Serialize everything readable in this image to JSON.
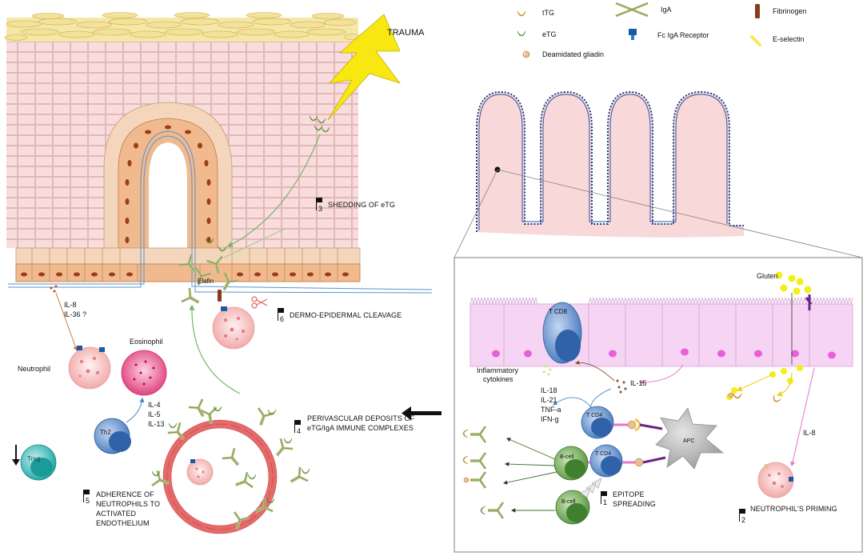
{
  "legend": {
    "ttg": "tTG",
    "etg": "eTG",
    "deamidated_gliadin": "Deamidated gliadin",
    "iga": "IgA",
    "fc_iga_receptor": "Fc IgA Receptor",
    "fibrinogen": "Fibrinogen",
    "e_selectin": "E-selectin"
  },
  "skin": {
    "trauma": "TRAUMA",
    "elafin": "Elafin",
    "il8": "IL-8",
    "il36": "IL-36 ?",
    "neutrophil": "Neutrophil",
    "eosinophil": "Eosinophil",
    "th2": "Th2",
    "il4": "IL-4",
    "il5": "IL-5",
    "il13": "IL-13",
    "treg": "Treg"
  },
  "steps": {
    "s3": {
      "num": "3",
      "text": "SHEDDING OF eTG"
    },
    "s6": {
      "num": "6",
      "text": "DERMO-EPIDERMAL CLEAVAGE"
    },
    "s4": {
      "num": "4",
      "line1": "PERIVASCULAR DEPOSITS OF",
      "line2": "eTG/IgA IMMUNE COMPLEXES"
    },
    "s5": {
      "num": "5",
      "line1": "ADHERENCE OF",
      "line2": "NEUTROPHILS TO",
      "line3": "ACTIVATED",
      "line4": "ENDOTHELIUM"
    },
    "s1": {
      "num": "1",
      "line1": "EPITOPE",
      "line2": "SPREADING"
    },
    "s2": {
      "num": "2",
      "text": "NEUTROPHIL'S PRIMING"
    }
  },
  "gut": {
    "gluten": "Gluten",
    "tcd8": "T CD8",
    "inflammatory": "Inflammatory",
    "cytokines": "cytokines",
    "il15": "IL-15",
    "il18": "IL-18",
    "il21": "IL-21",
    "tnfa": "TNF-a",
    "ifng": "IFN-g",
    "tcd4a": "T CD4",
    "tcd4b": "T CD4",
    "apc": "APC",
    "bcell1": "B-cell",
    "bcell2": "B-cell",
    "il8": "IL-8"
  }
}
